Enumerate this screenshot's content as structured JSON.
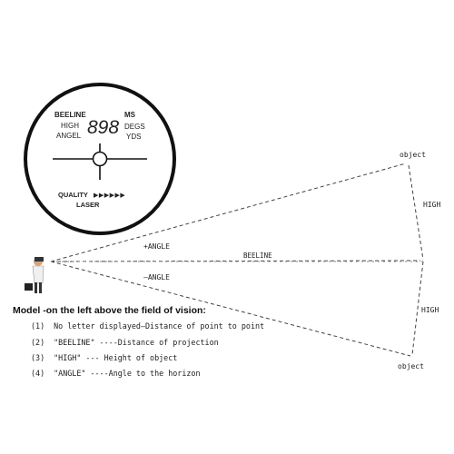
{
  "lcd": {
    "beeline": "BEELINE",
    "reading": "898",
    "ms": "MS",
    "high": "HIGH",
    "degs": "DEGS",
    "angel": "ANGEL",
    "yds": "YDS",
    "quality_label": "QUALITY",
    "quality_arrows": "▶▶▶▶▶▶",
    "laser": "LASER"
  },
  "diagram": {
    "object_top": "object",
    "object_bottom": "object",
    "high_upper": "HIGH",
    "high_lower": "HIGH",
    "plus_angle": "+ANGLE",
    "minus_angle": "—ANGLE",
    "beeline": "BEELINE"
  },
  "legend": {
    "title": "Model -on the left above the field of vision:",
    "items": [
      {
        "num": "(1)",
        "text": "No letter displayed—Distance of point to point"
      },
      {
        "num": "(2)",
        "text": "\"BEELINE\" ----Distance of projection"
      },
      {
        "num": "(3)",
        "text": "\"HIGH\" --- Height of object"
      },
      {
        "num": "(4)",
        "text": "\"ANGLE\" ----Angle to the horizon"
      }
    ]
  }
}
